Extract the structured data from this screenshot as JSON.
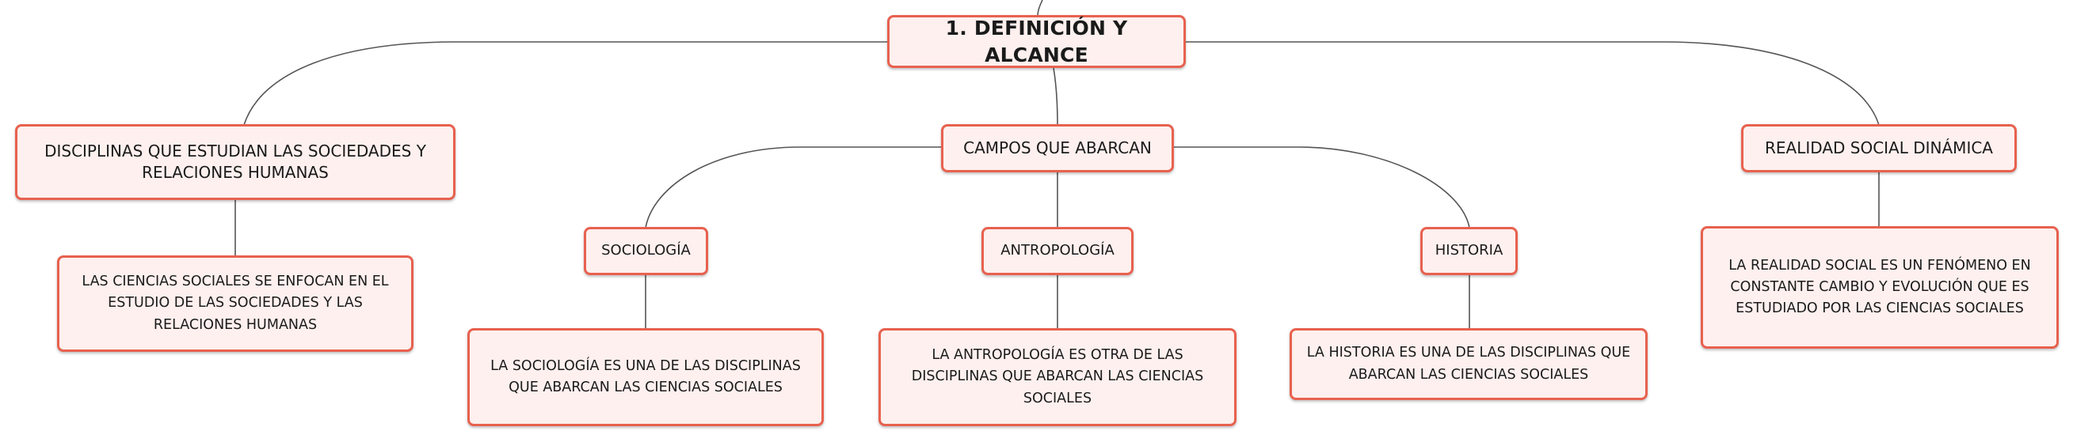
{
  "colors": {
    "node_border": "#e8614f",
    "node_fill": "#fdf0ee",
    "connector": "#555555",
    "text": "#1a1a1a"
  },
  "diagram": {
    "type": "mind-map",
    "root": {
      "label": "1. DEFINICIÓN Y ALCANCE"
    },
    "branches": [
      {
        "label": "DISCIPLINAS QUE ESTUDIAN LAS SOCIEDADES Y RELACIONES HUMANAS",
        "detail": "LAS CIENCIAS SOCIALES SE ENFOCAN EN EL ESTUDIO DE LAS SOCIEDADES Y LAS RELACIONES HUMANAS"
      },
      {
        "label": "CAMPOS QUE ABARCAN",
        "children": [
          {
            "label": "SOCIOLOGÍA",
            "detail": "LA SOCIOLOGÍA ES UNA DE LAS DISCIPLINAS QUE ABARCAN LAS CIENCIAS SOCIALES"
          },
          {
            "label": "ANTROPOLOGÍA",
            "detail": "LA ANTROPOLOGÍA ES OTRA DE LAS DISCIPLINAS QUE ABARCAN LAS CIENCIAS SOCIALES"
          },
          {
            "label": "HISTORIA",
            "detail": "LA HISTORIA ES UNA DE LAS DISCIPLINAS QUE ABARCAN LAS CIENCIAS SOCIALES"
          }
        ]
      },
      {
        "label": "REALIDAD SOCIAL DINÁMICA",
        "detail": "LA REALIDAD SOCIAL ES UN FENÓMENO EN CONSTANTE CAMBIO Y EVOLUCIÓN QUE ES ESTUDIADO POR LAS CIENCIAS SOCIALES"
      }
    ]
  }
}
